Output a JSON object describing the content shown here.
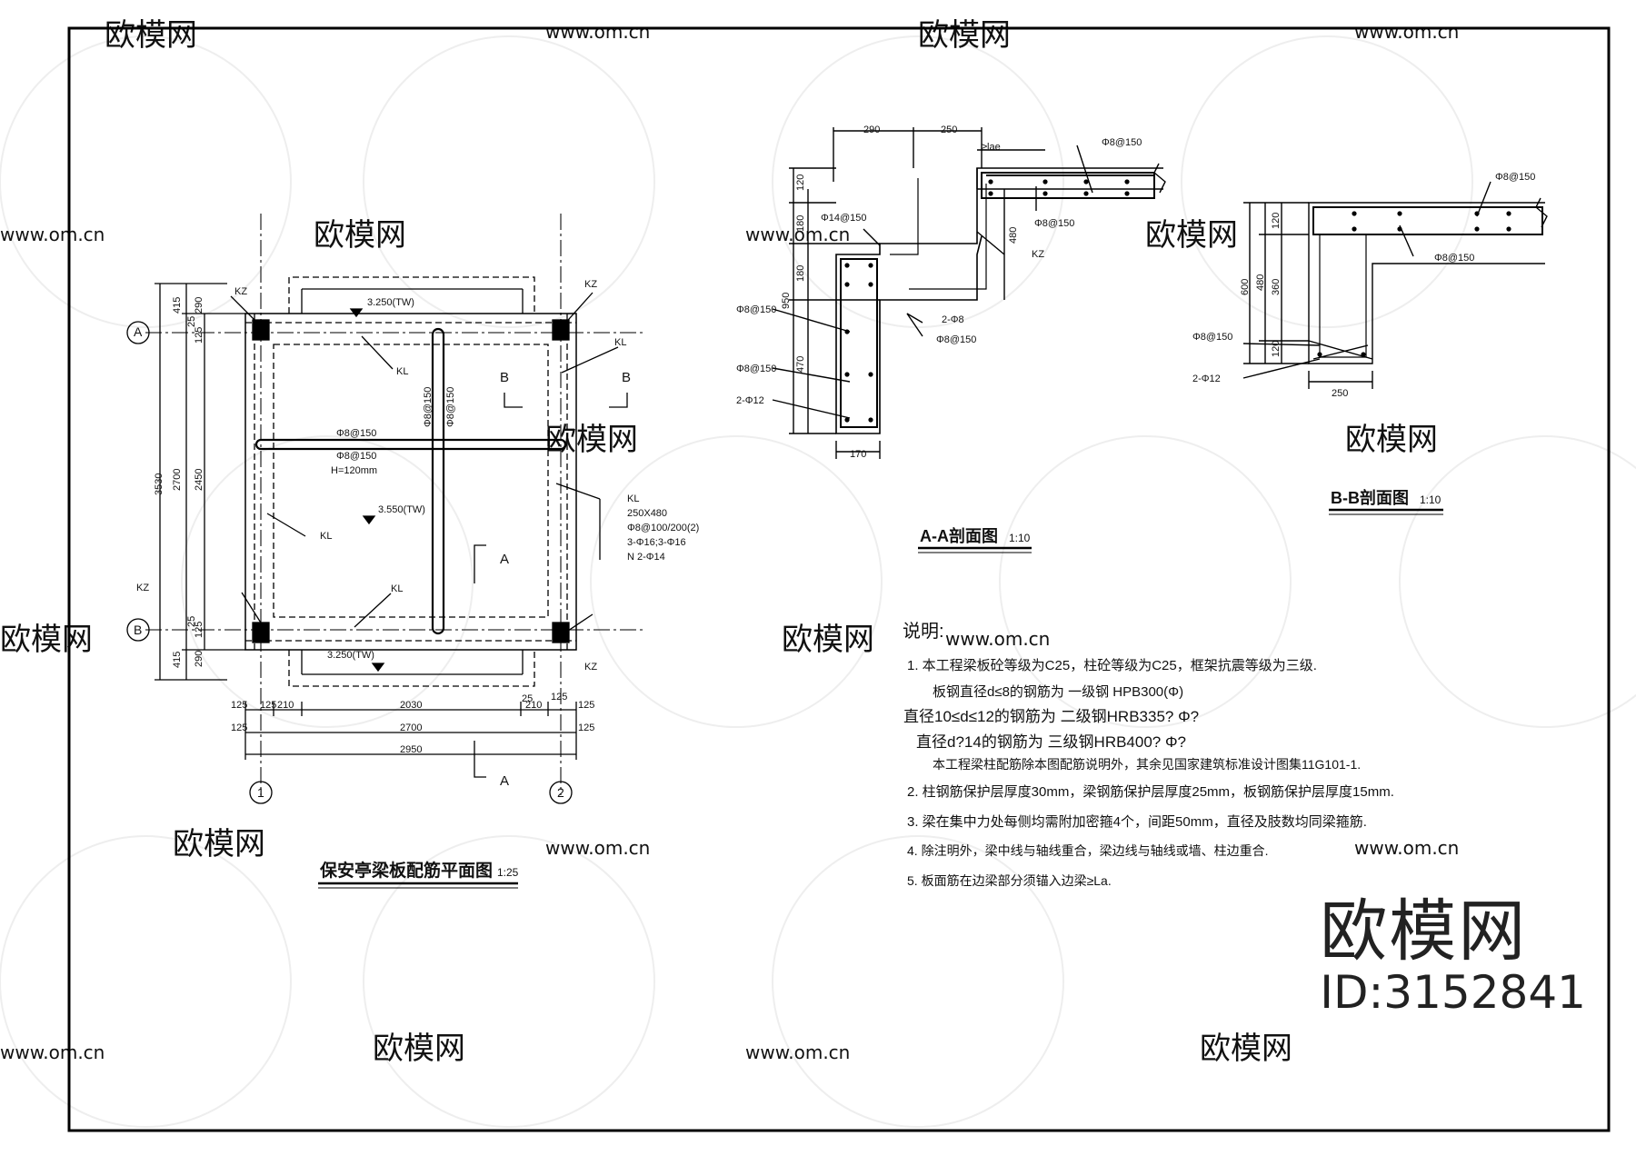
{
  "plan": {
    "title": "保安亭梁板配筋平面图",
    "scale": "1:25",
    "axis_a": "A",
    "axis_b": "B",
    "axis_1": "1",
    "axis_2": "2",
    "kz": "KZ",
    "kl": "KL",
    "elev_top": "3.250(TW)",
    "elev_bottom": "3.250(TW)",
    "elev_slab": "3.550(TW)",
    "rebar_h1": "Φ8@150",
    "rebar_h2": "Φ8@150",
    "slab_thk": "H=120mm",
    "rebar_v1": "Φ8@150",
    "rebar_v2": "Φ8@150",
    "section_a": "A",
    "section_b": "B",
    "kl_note": [
      "KL",
      "250X480",
      "Φ8@100/200(2)",
      "3-Φ16;3-Φ16",
      "N 2-Φ14"
    ],
    "dims_left": [
      "415",
      "290",
      "125",
      "3530",
      "2700",
      "2450",
      "125",
      "290",
      "415",
      "25",
      "25"
    ],
    "dims_bottom": [
      "125",
      "125",
      "210",
      "2030",
      "210",
      "125",
      "125",
      "125",
      "2700",
      "125",
      "2950",
      "25"
    ]
  },
  "section_aa": {
    "title": "A-A剖面图",
    "scale": "1:10",
    "dims": [
      "290",
      "250",
      "≥lae",
      "120",
      "180",
      "180",
      "950",
      "470",
      "480",
      "170"
    ],
    "labels": [
      "Φ8@150",
      "Φ14@150",
      "Φ8@150",
      "KZ",
      "2-Φ8",
      "Φ8@150",
      "Φ8@150",
      "Φ8@150",
      "2-Φ12"
    ]
  },
  "section_bb": {
    "title": "B-B剖面图",
    "scale": "1:10",
    "dims": [
      "120",
      "480",
      "360",
      "600",
      "120",
      "250"
    ],
    "labels": [
      "Φ8@150",
      "Φ8@150",
      "Φ8@150",
      "2-Φ12"
    ]
  },
  "notes": {
    "heading": "说明:",
    "lines": [
      "1.  本工程梁板砼等级为C25，柱砼等级为C25，框架抗震等级为三级.",
      "板钢直径d≤8的钢筋为 一级钢 HPB300(Φ)",
      "直径10≤d≤12的钢筋为 二级钢HRB335? Φ?",
      "直径d?14的钢筋为 三级钢HRB400? Φ?",
      "本工程梁柱配筋除本图配筋说明外，其余见国家建筑标准设计图集11G101-1.",
      "2.  柱钢筋保护层厚度30mm，梁钢筋保护层厚度25mm，板钢筋保护层厚度15mm.",
      "3.  梁在集中力处每侧均需附加密箍4个，间距50mm，直径及肢数均同梁箍筋.",
      "4.  除注明外，梁中线与轴线重合，梁边线与轴线或墙、柱边重合.",
      "5.  板面筋在边梁部分须锚入边梁≥La."
    ]
  },
  "watermark": {
    "brand": "欧模网",
    "url": "www.om.cn",
    "id": "ID:3152841"
  }
}
